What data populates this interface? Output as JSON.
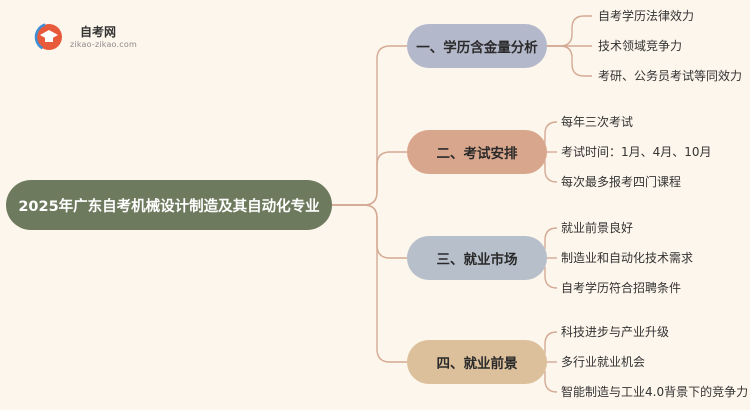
{
  "logo": {
    "name": "自考网",
    "url": "zikao-zikao.com"
  },
  "root": {
    "label": "2025年广东自考机械设计制造及其自动化专业"
  },
  "branches": [
    {
      "label": "一、学历含金量分析",
      "leaves": [
        "自考学历法律效力",
        "技术领域竞争力",
        "考研、公务员考试等同效力"
      ]
    },
    {
      "label": "二、考试安排",
      "leaves": [
        "每年三次考试",
        "考试时间：1月、4月、10月",
        "每次最多报考四门课程"
      ]
    },
    {
      "label": "三、就业市场",
      "leaves": [
        "就业前景良好",
        "制造业和自动化技术需求",
        "自考学历符合招聘条件"
      ]
    },
    {
      "label": "四、就业前景",
      "leaves": [
        "科技进步与产业升级",
        "多行业就业机会",
        "智能制造与工业4.0背景下的竞争力"
      ]
    }
  ],
  "colors": {
    "background": "#fdf6ec",
    "root": "#6e7a5e",
    "branch_1": "#b4b8cb",
    "branch_2": "#d8a68c",
    "branch_3": "#b7bfca",
    "branch_4": "#dcc09c",
    "connector": "#d4a993"
  }
}
